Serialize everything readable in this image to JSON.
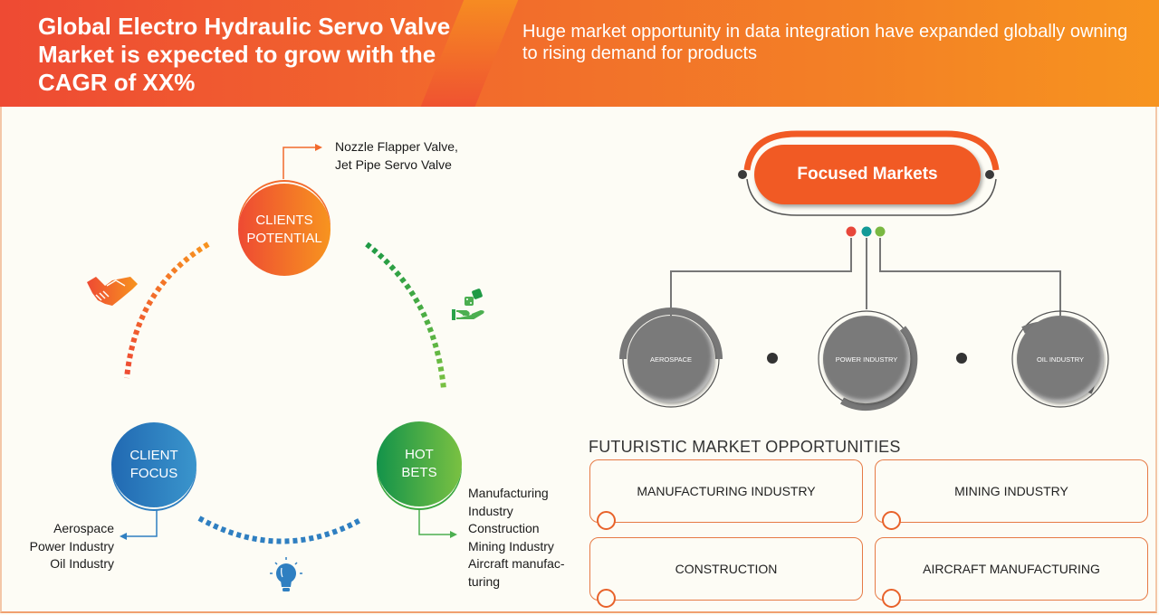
{
  "header": {
    "title": "Global Electro Hydraulic Servo Valve Market is expected to grow with the CAGR of XX%",
    "subtitle": "Huge market opportunity in data integration have expanded globally owning to rising demand for products"
  },
  "cycle": {
    "clients_potential": {
      "line1": "CLIENTS",
      "line2": "POTENTIAL",
      "note_line1": "Nozzle Flapper Valve,",
      "note_line2": "Jet Pipe Servo Valve"
    },
    "client_focus": {
      "line1": "CLIENT",
      "line2": "FOCUS",
      "items": [
        "Aerospace",
        "Power Industry",
        "Oil Industry"
      ]
    },
    "hot_bets": {
      "line1": "HOT",
      "line2": "BETS",
      "items": [
        "Manufacturing",
        "Industry",
        "Construction",
        "Mining Industry",
        "Aircraft manufac-",
        "turing"
      ]
    },
    "icons": [
      "handshake-icon",
      "dice-in-hand-icon",
      "lightbulb-icon"
    ]
  },
  "focused_markets": {
    "label": "Focused Markets",
    "nodes": [
      "AEROSPACE",
      "POWER INDUSTRY",
      "OIL INDUSTRY"
    ],
    "dot_colors": [
      "#e8473a",
      "#139a97",
      "#7ab842"
    ]
  },
  "futuristic": {
    "title": "FUTURISTIC MARKET OPPORTUNITIES",
    "cards": [
      "MANUFACTURING INDUSTRY",
      "MINING INDUSTRY",
      "CONSTRUCTION",
      "AIRCRAFT MANUFACTURING"
    ]
  },
  "colors": {
    "orange": "#f15a24",
    "blue": "#2f7fc1",
    "green": "#3aa83f",
    "grey": "#7a7a7a"
  }
}
